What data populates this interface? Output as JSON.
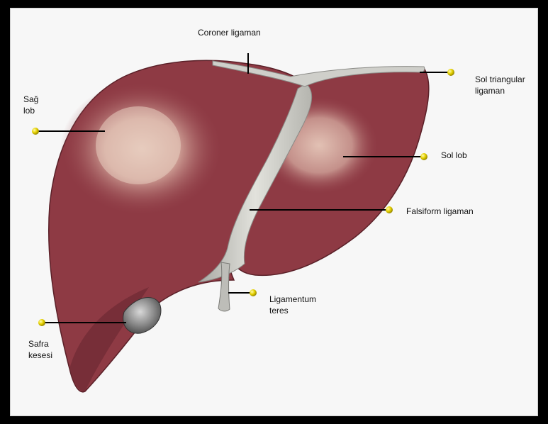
{
  "colors": {
    "background": "#f7f7f7",
    "frame": "#000000",
    "liver": "#8e3a44",
    "liver_highlight": "#d9b3a8",
    "ligament": "#c9c9c4",
    "marker": "#e6d200",
    "leader": "#000000"
  },
  "labels": {
    "coroner": "Coroner ligaman",
    "sol_triangular": "Sol triangular\nligaman",
    "sag_lob": "Sağ\nlob",
    "sol_lob": "Sol lob",
    "falsiform": "Falsiform ligaman",
    "ligamentum_teres": "Ligamentum\nteres",
    "safra_kesesi": "Safra\nkesesi"
  }
}
